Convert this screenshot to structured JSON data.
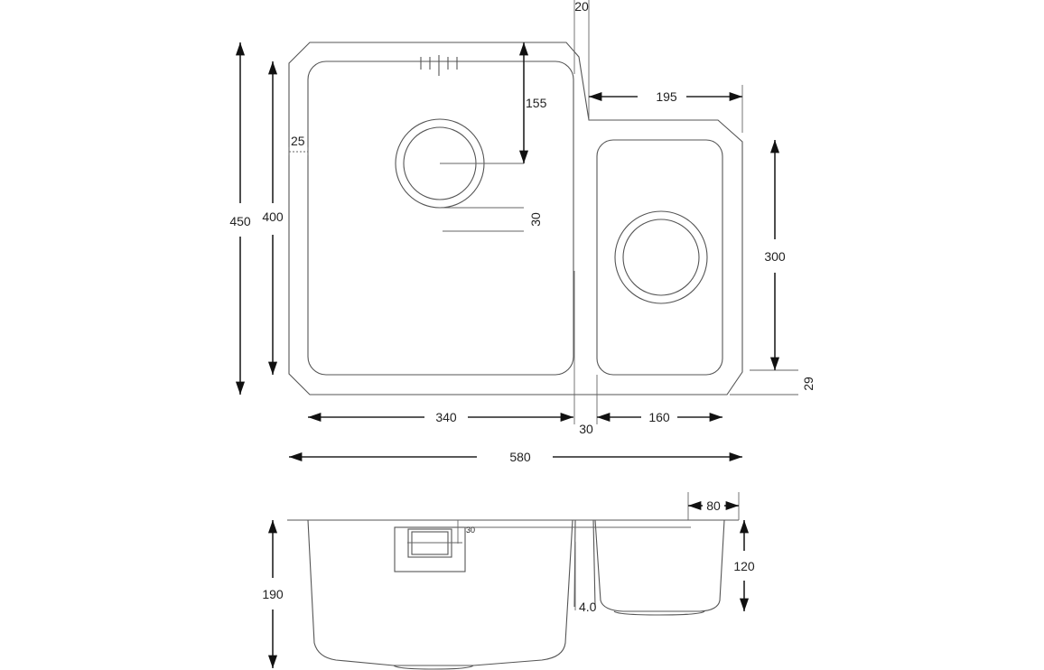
{
  "top_view": {
    "labels": {
      "overall_depth": "450",
      "bowl_depth_main": "400",
      "bowl_depth_small": "300",
      "waste_offset": "155",
      "rim_width": "25",
      "overflow_offset": "30",
      "step_offset": "20",
      "small_bowl_offset": "195",
      "bottom_rim": "29",
      "main_bowl_width": "340",
      "divider_width": "30",
      "small_bowl_width": "160",
      "overall_width": "580"
    }
  },
  "side_view": {
    "labels": {
      "main_bowl_height": "190",
      "small_bowl_height": "120",
      "small_bowl_edge": "80",
      "overflow_height": "30",
      "thickness": "4.0"
    }
  }
}
